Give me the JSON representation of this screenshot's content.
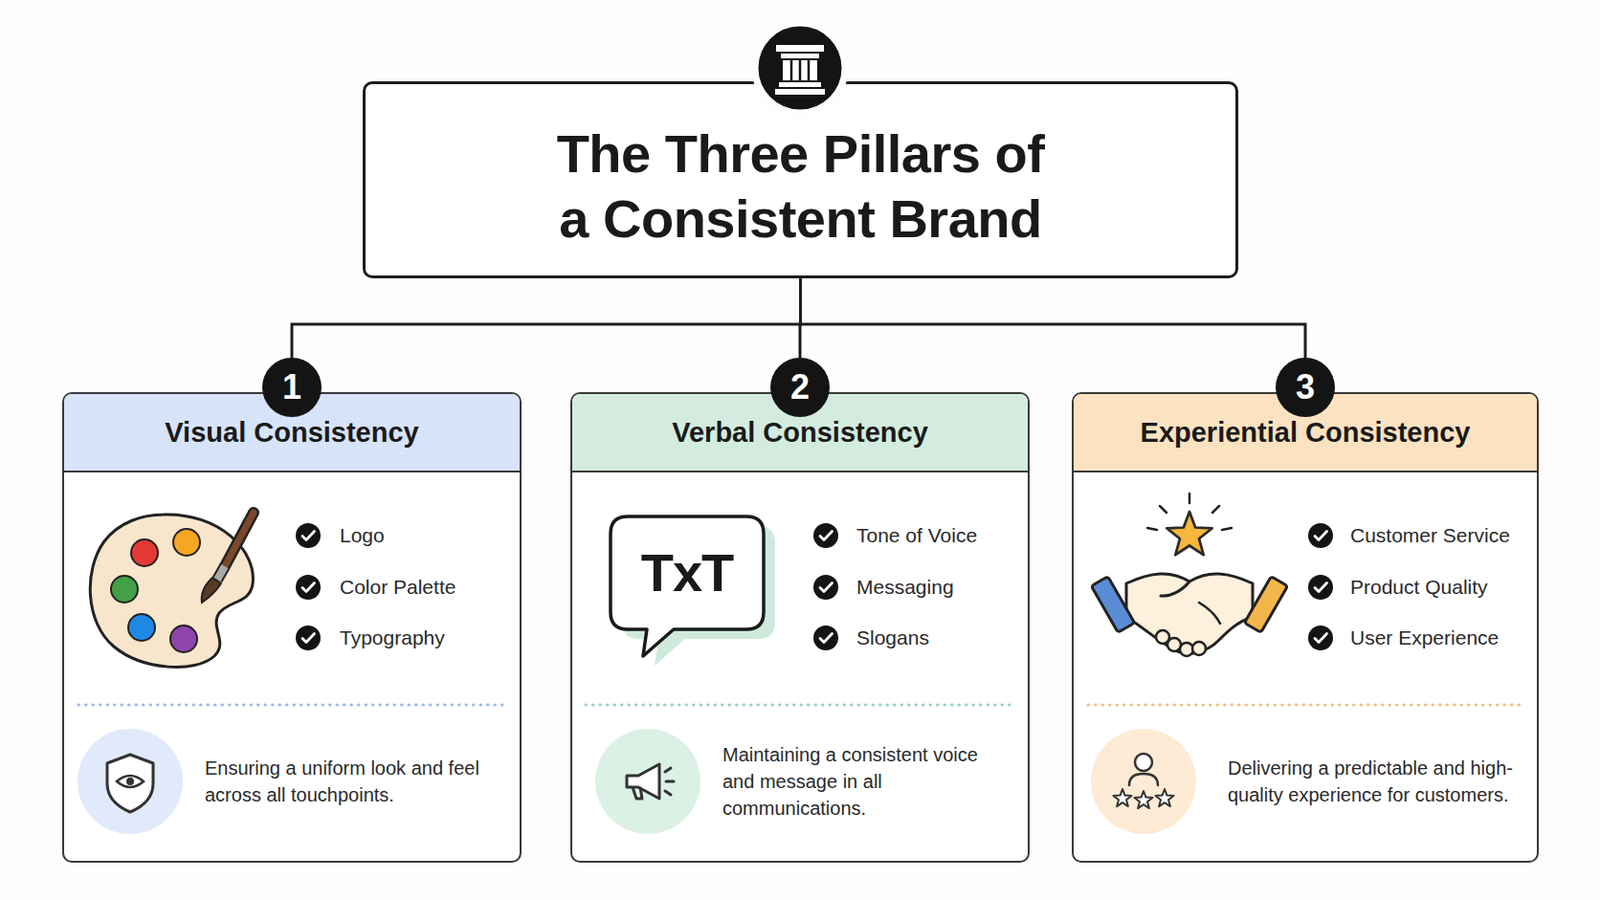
{
  "diagram": {
    "nodes": [
      {
        "text": [
          "The Three Pillars of a Consistent Brand"
        ]
      },
      {
        "text": [
          "Visual Consistency",
          "Logo",
          "Color Palette",
          "Typography",
          "Ensuring a uniform look and feel across all touchpoints."
        ]
      },
      {
        "text": [
          "1"
        ],
        "in": 1
      },
      {
        "text": [
          "Verbal Consistency",
          "Tone of Voice",
          "Messaging",
          "Slogans",
          "Maintaining a consistent voice and message in all communications."
        ]
      },
      {
        "text": [
          "2"
        ],
        "in": 3
      },
      {
        "text": [
          "TxT"
        ],
        "in": 3
      },
      {
        "text": [
          "Experiential Consistency",
          "Customer Service",
          "Product Quality",
          "User Experience",
          "Delivering a predictable and high-quality experience for customers."
        ]
      },
      {
        "text": [
          "3"
        ],
        "in": 6
      }
    ],
    "edges": [
      {
        "from": 0,
        "to": 1,
        "arrow": "none"
      },
      {
        "from": 0,
        "to": 3,
        "arrow": "none"
      },
      {
        "from": 0,
        "to": 6,
        "arrow": "none"
      }
    ]
  }
}
